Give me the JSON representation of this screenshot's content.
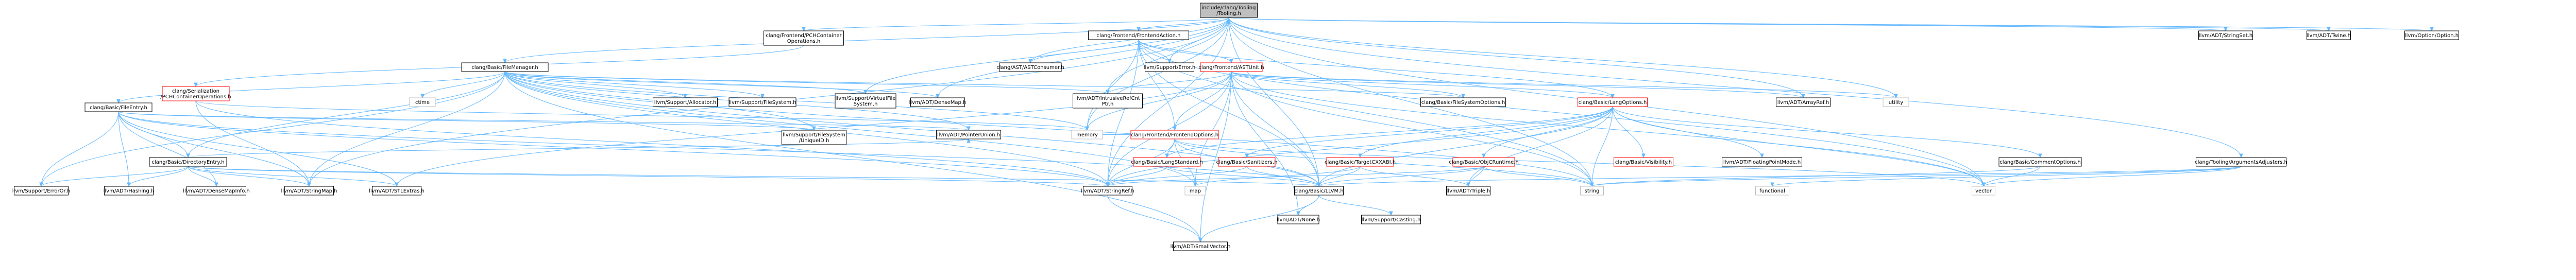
{
  "colors": {
    "edge": "#63b8ff",
    "node_border": "#000000",
    "root_fill": "#bfbfbf",
    "documented_border_red": "#ff0000",
    "node_fill": "#ffffff",
    "node_border_gray": "#bfbfbf"
  },
  "nodes": {
    "root": {
      "lines": [
        "include/clang/Tooling",
        "/Tooling.h"
      ],
      "style": "root"
    },
    "pchc": {
      "lines": [
        "clang/Frontend/PCHContainer",
        "Operations.h"
      ],
      "style": "black"
    },
    "fm": {
      "lines": [
        "clang/Basic/FileManager.h"
      ],
      "style": "black"
    },
    "fa": {
      "lines": [
        "clang/Frontend/FrontendAction.h"
      ],
      "style": "black"
    },
    "ser": {
      "lines": [
        "clang/Serialization",
        "/PCHContainerOperations.h"
      ],
      "style": "red"
    },
    "astcons": {
      "lines": [
        "clang/AST/ASTConsumer.h"
      ],
      "style": "black"
    },
    "err": {
      "lines": [
        "llvm/Support/Error.h"
      ],
      "style": "black"
    },
    "asu": {
      "lines": [
        "clang/Frontend/ASTUnit.h"
      ],
      "style": "red"
    },
    "ctime": {
      "lines": [
        "ctime"
      ],
      "style": "gray"
    },
    "alloc": {
      "lines": [
        "llvm/Support/Allocator.h"
      ],
      "style": "black"
    },
    "fs": {
      "lines": [
        "llvm/Support/FileSystem.h"
      ],
      "style": "black"
    },
    "vfs": {
      "lines": [
        "llvm/Support/VirtualFile",
        "System.h"
      ],
      "style": "black"
    },
    "dmap": {
      "lines": [
        "llvm/ADT/DenseMap.h"
      ],
      "style": "black"
    },
    "irc": {
      "lines": [
        "llvm/ADT/IntrusiveRefCnt",
        "Ptr.h"
      ],
      "style": "black"
    },
    "fsopts": {
      "lines": [
        "clang/Basic/FileSystemOptions.h"
      ],
      "style": "black"
    },
    "lopts": {
      "lines": [
        "clang/Basic/LangOptions.h"
      ],
      "style": "red"
    },
    "aref": {
      "lines": [
        "llvm/ADT/ArrayRef.h"
      ],
      "style": "black"
    },
    "utility": {
      "lines": [
        "utility"
      ],
      "style": "gray"
    },
    "strset": {
      "lines": [
        "llvm/ADT/StringSet.h"
      ],
      "style": "black"
    },
    "twine": {
      "lines": [
        "llvm/ADT/Twine.h"
      ],
      "style": "black"
    },
    "option": {
      "lines": [
        "llvm/Option/Option.h"
      ],
      "style": "black"
    },
    "fe": {
      "lines": [
        "clang/Basic/FileEntry.h"
      ],
      "style": "black"
    },
    "fsaf": {
      "lines": [
        "llvm/Support/FileSystem",
        "/UniqueID.h"
      ],
      "style": "black"
    },
    "punion": {
      "lines": [
        "llvm/ADT/PointerUnion.h"
      ],
      "style": "black"
    },
    "memory": {
      "lines": [
        "memory"
      ],
      "style": "gray"
    },
    "feo": {
      "lines": [
        "clang/Frontend/FrontendOptions.h"
      ],
      "style": "red"
    },
    "lstd": {
      "lines": [
        "clang/Basic/LangStandard.h"
      ],
      "style": "red"
    },
    "sanit": {
      "lines": [
        "clang/Basic/Sanitizers.h"
      ],
      "style": "red"
    },
    "tcxx": {
      "lines": [
        "clang/Basic/TargetCXXABI.h"
      ],
      "style": "red"
    },
    "objc": {
      "lines": [
        "clang/Basic/ObjCRuntime.h"
      ],
      "style": "red"
    },
    "vis": {
      "lines": [
        "clang/Basic/Visibility.h"
      ],
      "style": "red"
    },
    "fpm": {
      "lines": [
        "llvm/ADT/FloatingPointMode.h"
      ],
      "style": "black"
    },
    "comopts": {
      "lines": [
        "clang/Basic/CommentOptions.h"
      ],
      "style": "black"
    },
    "argadj": {
      "lines": [
        "clang/Tooling/ArgumentsAdjusters.h"
      ],
      "style": "black"
    },
    "dirent": {
      "lines": [
        "clang/Basic/DirectoryEntry.h"
      ],
      "style": "black"
    },
    "serr": {
      "lines": [
        "llvm/Support/ErrorOr.h"
      ],
      "style": "black"
    },
    "hash": {
      "lines": [
        "llvm/ADT/Hashing.h"
      ],
      "style": "black"
    },
    "dmi": {
      "lines": [
        "llvm/ADT/DenseMapInfo.h"
      ],
      "style": "black"
    },
    "smap": {
      "lines": [
        "llvm/ADT/StringMap.h"
      ],
      "style": "black"
    },
    "stlx": {
      "lines": [
        "llvm/ADT/STLExtras.h"
      ],
      "style": "black"
    },
    "sref": {
      "lines": [
        "llvm/ADT/StringRef.h"
      ],
      "style": "black"
    },
    "map": {
      "lines": [
        "map"
      ],
      "style": "gray"
    },
    "llvmh": {
      "lines": [
        "clang/Basic/LLVM.h"
      ],
      "style": "black"
    },
    "triple": {
      "lines": [
        "llvm/ADT/Triple.h"
      ],
      "style": "black"
    },
    "string": {
      "lines": [
        "string"
      ],
      "style": "gray"
    },
    "functional": {
      "lines": [
        "functional"
      ],
      "style": "gray"
    },
    "vector": {
      "lines": [
        "vector"
      ],
      "style": "gray"
    },
    "none": {
      "lines": [
        "llvm/ADT/None.h"
      ],
      "style": "black"
    },
    "casting": {
      "lines": [
        "llvm/Support/Casting.h"
      ],
      "style": "black"
    },
    "svec": {
      "lines": [
        "llvm/ADT/SmallVector.h"
      ],
      "style": "black"
    }
  },
  "edges": [
    [
      "root",
      "pchc"
    ],
    [
      "root",
      "fm"
    ],
    [
      "root",
      "fa"
    ],
    [
      "root",
      "astcons"
    ],
    [
      "root",
      "err"
    ],
    [
      "root",
      "irc"
    ],
    [
      "root",
      "aref"
    ],
    [
      "root",
      "utility"
    ],
    [
      "root",
      "strset"
    ],
    [
      "root",
      "twine"
    ],
    [
      "root",
      "option"
    ],
    [
      "root",
      "memory"
    ],
    [
      "root",
      "argadj"
    ],
    [
      "root",
      "sref"
    ],
    [
      "root",
      "llvmh"
    ],
    [
      "root",
      "string"
    ],
    [
      "root",
      "vector"
    ],
    [
      "root",
      "smap"
    ],
    [
      "root",
      "vfs"
    ],
    [
      "root",
      "dmap"
    ],
    [
      "pchc",
      "ser"
    ],
    [
      "ser",
      "memory"
    ],
    [
      "ser",
      "smap"
    ],
    [
      "ser",
      "sref"
    ],
    [
      "fm",
      "fe"
    ],
    [
      "fm",
      "dirent"
    ],
    [
      "fm",
      "fsopts"
    ],
    [
      "fm",
      "ctime"
    ],
    [
      "fm",
      "alloc"
    ],
    [
      "fm",
      "fs"
    ],
    [
      "fm",
      "vfs"
    ],
    [
      "fm",
      "dmap"
    ],
    [
      "fm",
      "irc"
    ],
    [
      "fm",
      "punion"
    ],
    [
      "fm",
      "memory"
    ],
    [
      "fm",
      "map"
    ],
    [
      "fm",
      "llvmh"
    ],
    [
      "fm",
      "sref"
    ],
    [
      "fm",
      "smap"
    ],
    [
      "fm",
      "serr"
    ],
    [
      "fm",
      "svec"
    ],
    [
      "fm",
      "fsaf"
    ],
    [
      "fm",
      "string"
    ],
    [
      "fa",
      "astcons"
    ],
    [
      "fa",
      "asu"
    ],
    [
      "fa",
      "lopts"
    ],
    [
      "fa",
      "feo"
    ],
    [
      "fa",
      "err"
    ],
    [
      "fa",
      "llvmh"
    ],
    [
      "fa",
      "sref"
    ],
    [
      "fa",
      "string"
    ],
    [
      "fa",
      "vector"
    ],
    [
      "fa",
      "memory"
    ],
    [
      "asu",
      "lopts"
    ],
    [
      "asu",
      "fsopts"
    ],
    [
      "asu",
      "irc"
    ],
    [
      "asu",
      "aref"
    ],
    [
      "asu",
      "utility"
    ],
    [
      "asu",
      "memory"
    ],
    [
      "asu",
      "feo"
    ],
    [
      "asu",
      "map"
    ],
    [
      "asu",
      "string"
    ],
    [
      "asu",
      "vector"
    ],
    [
      "asu",
      "llvmh"
    ],
    [
      "asu",
      "sref"
    ],
    [
      "asu",
      "none"
    ],
    [
      "asu",
      "svec"
    ],
    [
      "asu",
      "stlx"
    ],
    [
      "lopts",
      "lstd"
    ],
    [
      "lopts",
      "sanit"
    ],
    [
      "lopts",
      "tcxx"
    ],
    [
      "lopts",
      "objc"
    ],
    [
      "lopts",
      "vis"
    ],
    [
      "lopts",
      "fpm"
    ],
    [
      "lopts",
      "comopts"
    ],
    [
      "lopts",
      "llvmh"
    ],
    [
      "lopts",
      "string"
    ],
    [
      "lopts",
      "vector"
    ],
    [
      "lopts",
      "sref"
    ],
    [
      "lopts",
      "triple"
    ],
    [
      "feo",
      "lstd"
    ],
    [
      "feo",
      "llvmh"
    ],
    [
      "feo",
      "sref"
    ],
    [
      "feo",
      "string"
    ],
    [
      "feo",
      "vector"
    ],
    [
      "feo",
      "memory"
    ],
    [
      "feo",
      "map"
    ],
    [
      "lstd",
      "llvmh"
    ],
    [
      "lstd",
      "sref"
    ],
    [
      "sanit",
      "llvmh"
    ],
    [
      "sanit",
      "sref"
    ],
    [
      "tcxx",
      "llvmh"
    ],
    [
      "tcxx",
      "map"
    ],
    [
      "tcxx",
      "triple"
    ],
    [
      "objc",
      "llvmh"
    ],
    [
      "objc",
      "sref"
    ],
    [
      "objc",
      "triple"
    ],
    [
      "objc",
      "string"
    ],
    [
      "comopts",
      "string"
    ],
    [
      "comopts",
      "vector"
    ],
    [
      "argadj",
      "llvmh"
    ],
    [
      "argadj",
      "string"
    ],
    [
      "argadj",
      "functional"
    ],
    [
      "argadj",
      "vector"
    ],
    [
      "fe",
      "dirent"
    ],
    [
      "fe",
      "llvmh"
    ],
    [
      "fe",
      "serr"
    ],
    [
      "fe",
      "hash"
    ],
    [
      "fe",
      "dmi"
    ],
    [
      "fe",
      "smap"
    ],
    [
      "fe",
      "stlx"
    ],
    [
      "fe",
      "sref"
    ],
    [
      "fe",
      "fsaf"
    ],
    [
      "fe",
      "punion"
    ],
    [
      "dirent",
      "llvmh"
    ],
    [
      "dirent",
      "serr"
    ],
    [
      "dirent",
      "hash"
    ],
    [
      "dirent",
      "dmi"
    ],
    [
      "dirent",
      "smap"
    ],
    [
      "dirent",
      "stlx"
    ],
    [
      "dirent",
      "sref"
    ],
    [
      "dirent",
      "punion"
    ],
    [
      "llvmh",
      "none"
    ],
    [
      "llvmh",
      "casting"
    ],
    [
      "llvmh",
      "svec"
    ],
    [
      "sref",
      "svec"
    ]
  ]
}
